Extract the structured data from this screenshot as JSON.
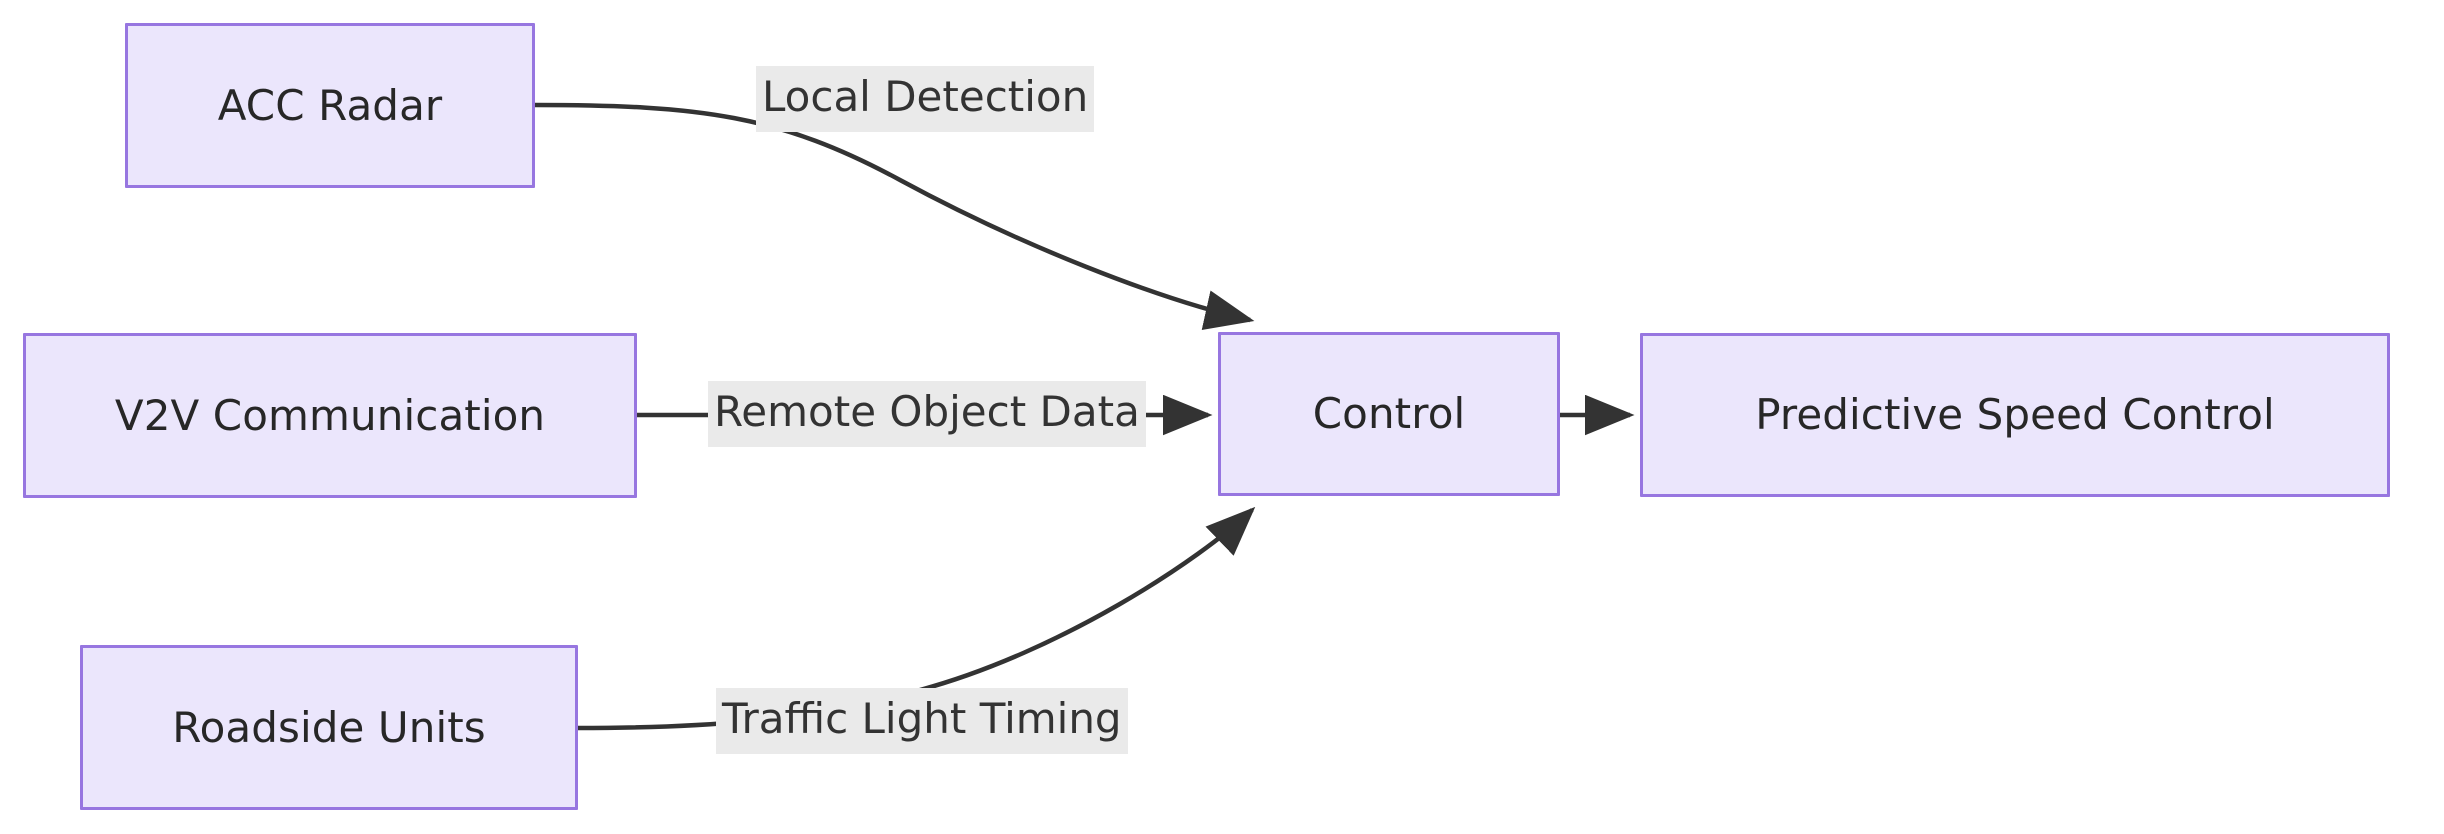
{
  "diagram": {
    "type": "flowchart",
    "direction": "left-to-right",
    "background_color": "#ffffff",
    "node_fill": "#ebe6fc",
    "node_border": "#9776e0",
    "edge_color": "#333333",
    "edge_label_background": "#eaeaea",
    "text_color": "#272727",
    "nodes": [
      {
        "id": "acc_radar",
        "label": "ACC Radar"
      },
      {
        "id": "v2v",
        "label": "V2V Communication"
      },
      {
        "id": "roadside",
        "label": "Roadside Units"
      },
      {
        "id": "control",
        "label": "Control"
      },
      {
        "id": "predictive",
        "label": "Predictive Speed Control"
      }
    ],
    "edges": [
      {
        "from": "acc_radar",
        "to": "control",
        "label": "Local Detection"
      },
      {
        "from": "v2v",
        "to": "control",
        "label": "Remote Object Data"
      },
      {
        "from": "roadside",
        "to": "control",
        "label": "Traffic Light Timing"
      },
      {
        "from": "control",
        "to": "predictive",
        "label": ""
      }
    ]
  }
}
